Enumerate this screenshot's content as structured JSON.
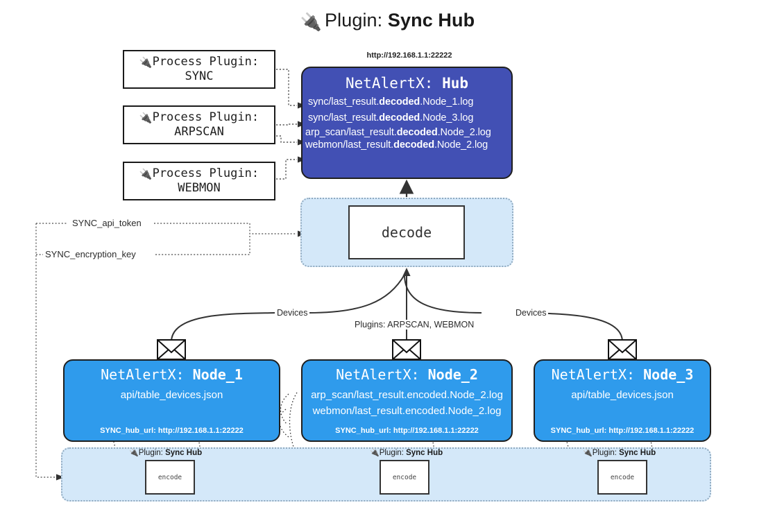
{
  "title": {
    "icon": "🔌",
    "prefix": "Plugin:",
    "name": "Sync Hub"
  },
  "process_plugins": [
    {
      "icon": "🔌",
      "line1": "Process Plugin:",
      "line2": "SYNC"
    },
    {
      "icon": "🔌",
      "line1": "Process Plugin:",
      "line2": "ARPSCAN"
    },
    {
      "icon": "🔌",
      "line1": "Process Plugin:",
      "line2": "WEBMON"
    }
  ],
  "hub": {
    "url": "http://192.168.1.1:22222",
    "title_prefix": "NetAlertX:",
    "title_name": "Hub",
    "logs": [
      {
        "pre": "sync/last_result.",
        "mid": "decoded",
        "post": ".Node_1.log"
      },
      {
        "pre": "sync/last_result.",
        "mid": "decoded",
        "post": ".Node_3.log"
      },
      {
        "pre": "arp_scan/last_result.",
        "mid": "decoded",
        "post": ".Node_2.log"
      },
      {
        "pre": "webmon/last_result.",
        "mid": "decoded",
        "post": ".Node_2.log"
      }
    ]
  },
  "decode": {
    "label": "decode"
  },
  "settings": {
    "api_token": "SYNC_api_token",
    "encryption_key": "SYNC_encryption_key"
  },
  "edge_labels": {
    "devices_left": "Devices",
    "devices_right": "Devices",
    "plugins": "Plugins: ARPSCAN, WEBMON"
  },
  "nodes": [
    {
      "title_prefix": "NetAlertX:",
      "title_name": "Node_1",
      "lines": [
        "api/table_devices.json"
      ],
      "hub_url_label": "SYNC_hub_url: http://192.168.1.1:22222"
    },
    {
      "title_prefix": "NetAlertX:",
      "title_name": "Node_2",
      "lines": [
        "arp_scan/last_result.encoded.Node_2.log",
        "webmon/last_result.encoded.Node_2.log"
      ],
      "hub_url_label": "SYNC_hub_url: http://192.168.1.1:22222"
    },
    {
      "title_prefix": "NetAlertX:",
      "title_name": "Node_3",
      "lines": [
        "api/table_devices.json"
      ],
      "hub_url_label": "SYNC_hub_url: http://192.168.1.1:22222"
    }
  ],
  "encoders": [
    {
      "icon": "🔌",
      "label_prefix": "Plugin:",
      "label_name": "Sync Hub",
      "box": "encode"
    },
    {
      "icon": "🔌",
      "label_prefix": "Plugin:",
      "label_name": "Sync Hub",
      "box": "encode"
    },
    {
      "icon": "🔌",
      "label_prefix": "Plugin:",
      "label_name": "Sync Hub",
      "box": "encode"
    }
  ],
  "colors": {
    "hub_fill": "#4250b4",
    "node_fill": "#2f9bec",
    "container_fill": "#d4e8f9",
    "stroke": "#1f1f1f"
  }
}
